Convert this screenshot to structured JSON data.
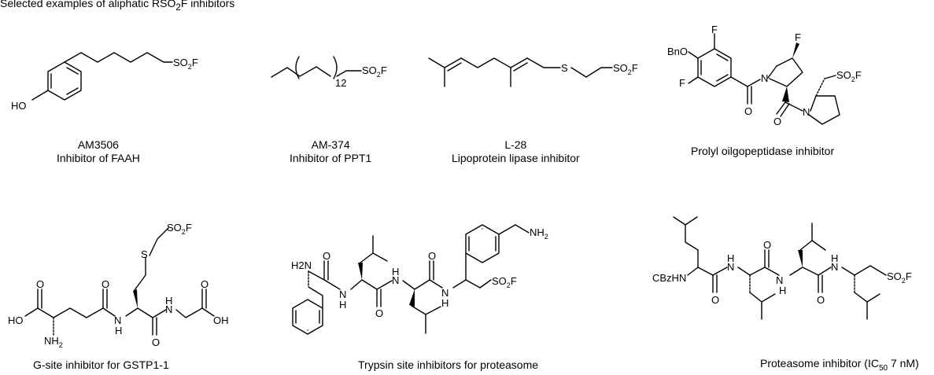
{
  "header": {
    "title_prefix": "Selected examples of aliphatic RSO",
    "title_sub": "2",
    "title_suffix": "F inhibitors"
  },
  "atoms": {
    "so2f_s": "SO",
    "so2f_2": "2",
    "so2f_f": "F",
    "ho": "HO",
    "oh": "OH",
    "s": "S",
    "f": "F",
    "o": "O",
    "n": "N",
    "h": "H",
    "nh": "NH",
    "bno": "BnO",
    "h2n": "H2N",
    "nh2": "NH",
    "nh2_sub": "2",
    "cbzhn": "CBzHN",
    "repeat": "12"
  },
  "compounds": [
    {
      "line1": "AM3506",
      "line2": "Inhibitor of FAAH"
    },
    {
      "line1": "AM-374",
      "line2": "Inhibitor of PPT1"
    },
    {
      "line1": "L-28",
      "line2": "Lipoprotein lipase inhibitor"
    },
    {
      "line1": "Prolyl oilgopeptidase inhibitor"
    },
    {
      "line1": "G-site inhibitor for GSTP1-1"
    },
    {
      "line1": "Trypsin site inhibitors for proteasome"
    },
    {
      "line1_prefix": "Proteasome inhibitor (IC",
      "line1_sub": "50",
      "line1_suffix": " 7 nM)"
    }
  ]
}
